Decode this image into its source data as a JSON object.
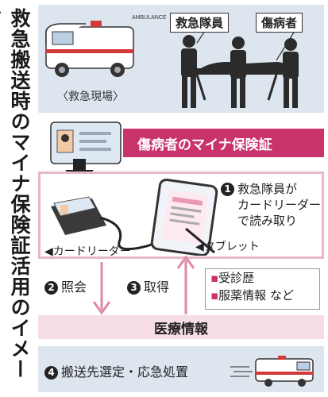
{
  "title_vertical": "救急搬送時のマイナ保険証活用のイメージ",
  "scene": {
    "caption": "〈救急現場〉",
    "label_crew": "救急隊員",
    "label_patient": "傷病者",
    "ambulance_text": "AMBULANCE"
  },
  "insurance_card_banner": "傷病者のマイナ保険証",
  "step1": {
    "num": "1",
    "line1": "救急隊員が",
    "line2": "カードリーダー",
    "line3": "で読み取り"
  },
  "card_reader_label": "カードリーダー",
  "tablet_label": "タブレット",
  "step2": {
    "num": "2",
    "label": "照会"
  },
  "step3": {
    "num": "3",
    "label": "取得"
  },
  "info_box": {
    "item1": "受診歴",
    "item2": "服薬情報",
    "suffix": "など"
  },
  "medical_info": "医療情報",
  "step4": {
    "num": "4",
    "label": "搬送先選定・応急処置"
  },
  "colors": {
    "accent": "#c9336b",
    "pink_light": "#f6dce6",
    "border_pink": "#e8b7cb",
    "blue_gray": "#dde6ef"
  }
}
